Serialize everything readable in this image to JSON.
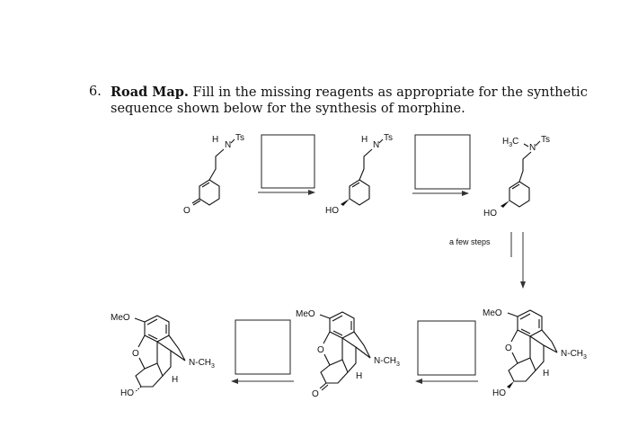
{
  "question": {
    "number": "6.",
    "title": "Road Map.",
    "text_line1": "Fill in the missing reagents as appropriate for the synthetic",
    "text_line2": "sequence shown below for the synthesis of morphine."
  },
  "labels": {
    "h": "H",
    "n": "N",
    "ts": "Ts",
    "h3c": "H",
    "h3c_sub": "3",
    "h3c_c": "C",
    "o": "O",
    "ho": "HO",
    "meo": "MeO",
    "nch3": "N",
    "nch3_tail": "-CH",
    "nch3_sub": "3",
    "few_steps": "a few steps"
  },
  "answer_boxes": [
    "",
    "",
    "",
    ""
  ]
}
